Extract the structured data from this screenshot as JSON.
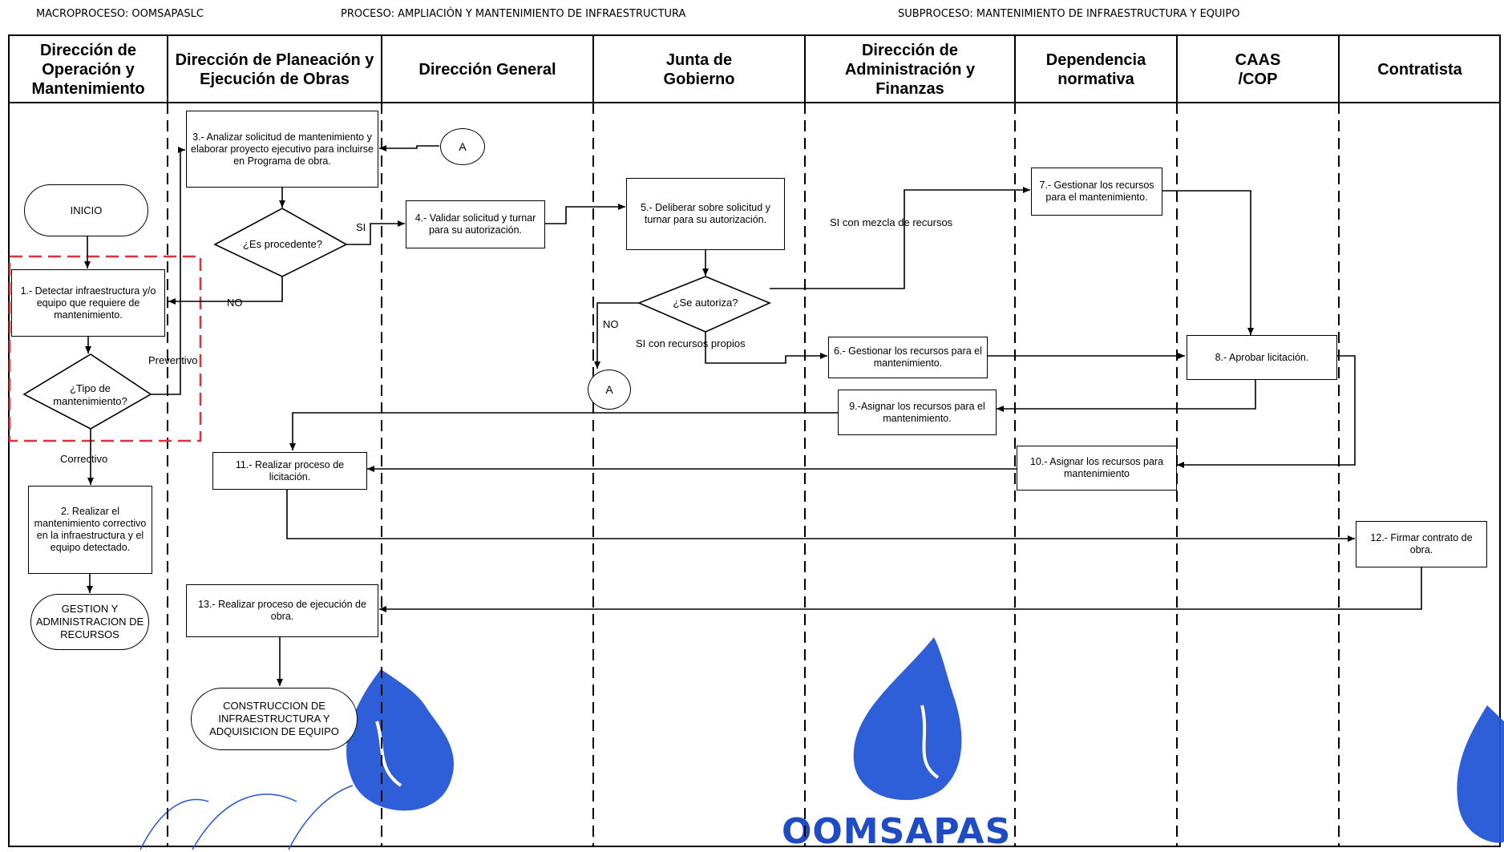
{
  "header": {
    "macroproceso": "MACROPROCESO: OOMSAPASLC",
    "proceso": "PROCESO:  AMPLIACIÓN Y MANTENIMIENTO DE INFRAESTRUCTURA",
    "subproceso": "SUBPROCESO: MANTENIMIENTO DE INFRAESTRUCTURA Y EQUIPO"
  },
  "lanes": [
    {
      "name": "Dirección de Operación y Mantenimiento"
    },
    {
      "name": "Dirección de Planeación y Ejecución de Obras"
    },
    {
      "name": "Dirección General"
    },
    {
      "name": "Junta de Gobierno"
    },
    {
      "name": "Dirección de Administración y Finanzas"
    },
    {
      "name": "Dependencia normativa"
    },
    {
      "name": "CAAS /COP"
    },
    {
      "name": "Contratista"
    }
  ],
  "nodes": {
    "inicio": "INICIO",
    "step1": "1.- Detectar infraestructura y/o equipo que requiere de mantenimiento.",
    "decision_tipo": "¿Tipo de mantenimiento?",
    "step2": "2. Realizar el mantenimiento correctivo en la infraestructura y el equipo detectado.",
    "end_gestion": "GESTION Y ADMINISTRACION DE RECURSOS",
    "step3": "3.- Analizar solicitud de mantenimiento y elaborar proyecto ejecutivo  para incluirse en Programa de obra.",
    "decision_procedente": "¿Es procedente?",
    "step11": "11.- Realizar proceso de licitación.",
    "step13": "13.- Realizar proceso de ejecución de obra.",
    "end_construccion": "CONSTRUCCION DE INFRAESTRUCTURA Y ADQUISICION DE EQUIPO",
    "step4": "4.- Validar solicitud y turnar para su autorización.",
    "step5": "5.- Deliberar sobre solicitud y turnar para su autorización.",
    "decision_autoriza": "¿Se autoriza?",
    "step6": "6.- Gestionar los recursos para el mantenimiento.",
    "step9": "9.-Asignar los recursos para el mantenimiento.",
    "step7": "7.- Gestionar los recursos para el mantenimiento.",
    "step10": "10.- Asignar los recursos para mantenimiento",
    "step8": "8.- Aprobar licitación.",
    "step12": "12.- Firmar contrato de obra.",
    "connector_a": "A"
  },
  "labels": {
    "preventivo": "Preventivo",
    "correctivo": "Correctivo",
    "no": "NO",
    "si": "SI",
    "si_propios": "SI con recursos propios",
    "si_mezcla": "SI con mezcla de recursos"
  },
  "logo": {
    "text": "OOMSAPAS",
    "color": "#1f4bc4"
  }
}
